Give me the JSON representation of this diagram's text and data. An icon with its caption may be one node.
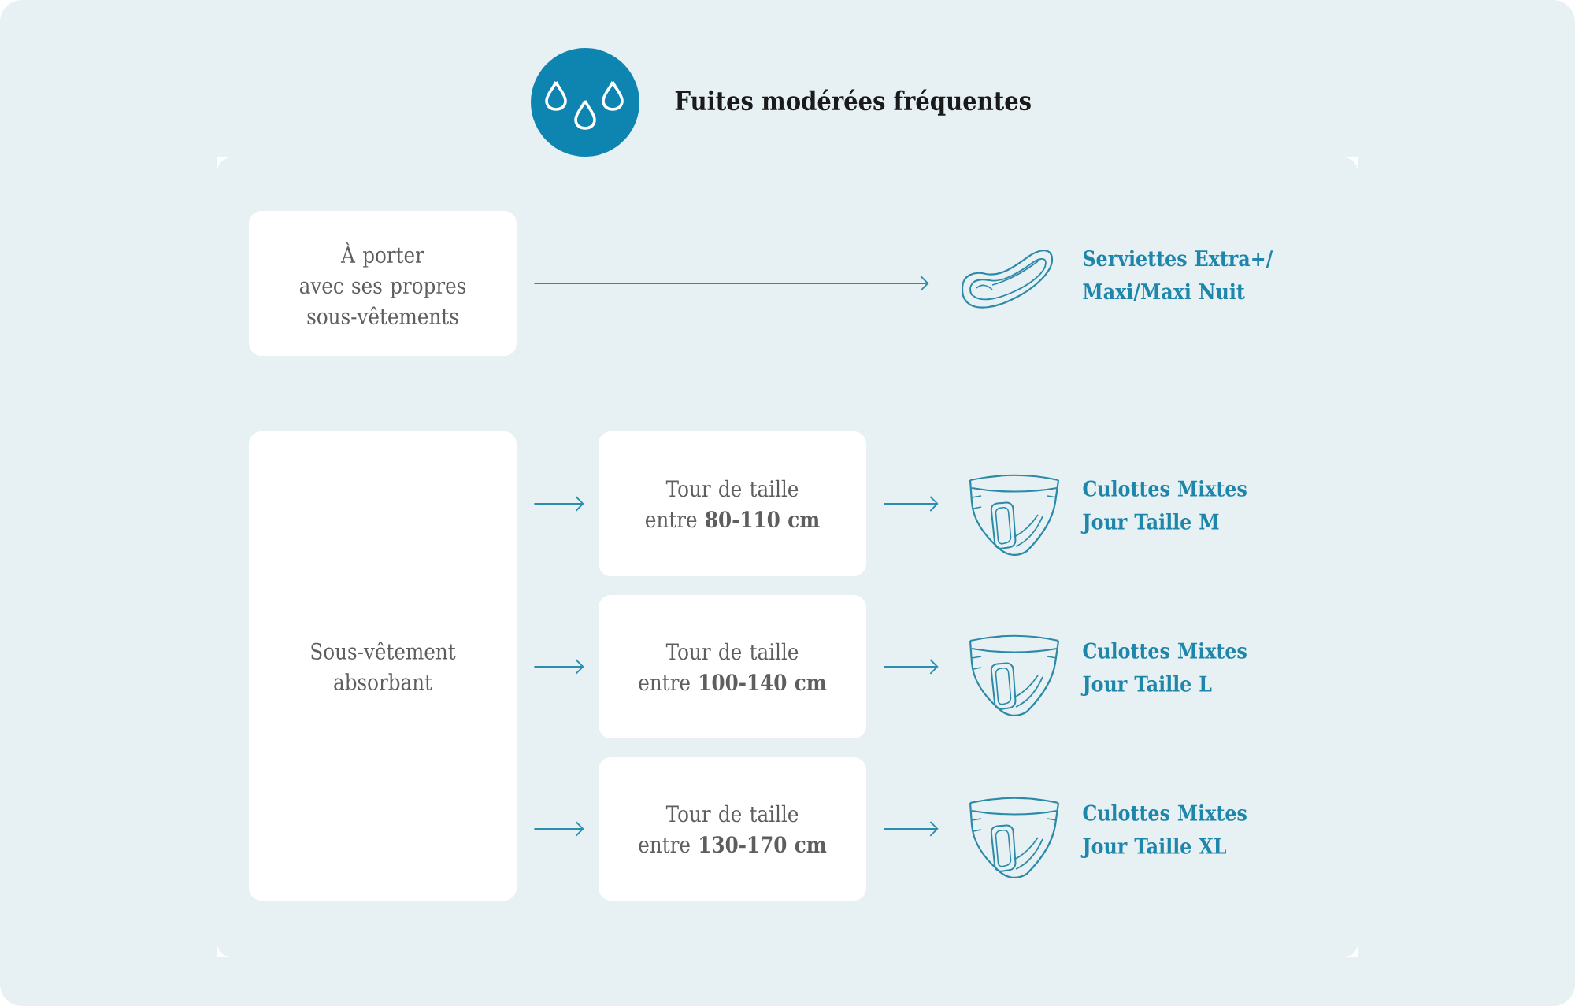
{
  "diagram": {
    "title": "Fuites modérées fréquentes",
    "nodes": [
      {
        "text": [
          "À porter avec ses propres sous-vêtements"
        ]
      },
      {
        "text": [],
        "shape": "picture",
        "beside": [
          "Serviettes Extra+/ Maxi/Maxi Nuit"
        ]
      },
      {
        "text": [
          "Sous-vêtement absorbant"
        ]
      },
      {
        "text": [
          "Tour de taille entre **80-110 cm**"
        ]
      },
      {
        "text": [
          "Tour de taille entre **100-140 cm**"
        ]
      },
      {
        "text": [
          "Tour de taille entre **130-170 cm**"
        ]
      },
      {
        "text": [],
        "shape": "picture",
        "beside": [
          "Culottes Mixtes Jour Taille M"
        ]
      },
      {
        "text": [],
        "shape": "picture",
        "beside": [
          "Culottes Mixtes Jour Taille L"
        ]
      },
      {
        "text": [],
        "shape": "picture",
        "beside": [
          "Culottes Mixtes Jour Taille XL"
        ]
      }
    ],
    "edges": [
      {
        "from": 0,
        "to": 1,
        "arrow": "to"
      },
      {
        "from": 2,
        "to": 3,
        "arrow": "to"
      },
      {
        "from": 2,
        "to": 4,
        "arrow": "to"
      },
      {
        "from": 2,
        "to": 5,
        "arrow": "to"
      },
      {
        "from": 3,
        "to": 6,
        "arrow": "to"
      },
      {
        "from": 4,
        "to": 7,
        "arrow": "to"
      },
      {
        "from": 5,
        "to": 8,
        "arrow": "to"
      }
    ]
  }
}
